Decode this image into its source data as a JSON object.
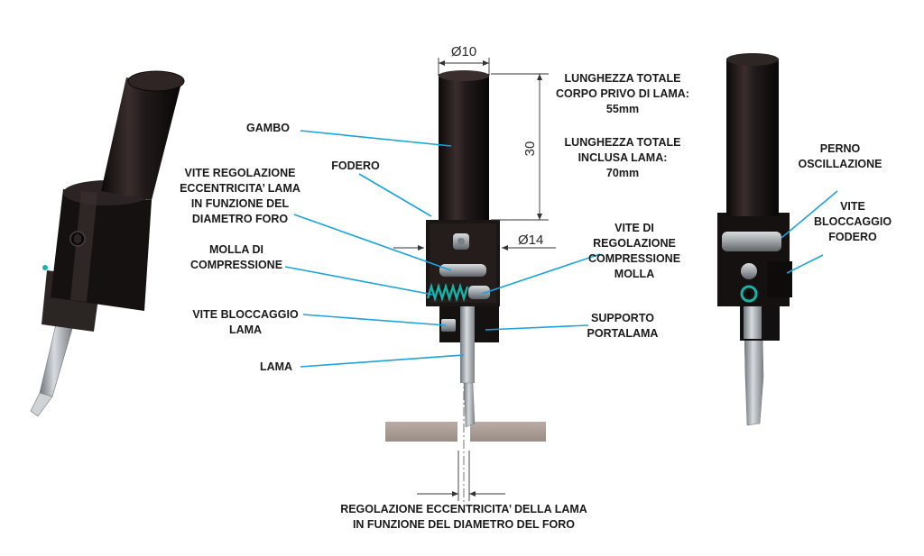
{
  "dimensions": {
    "shank_diameter": "Ø10",
    "body_diameter": "Ø14",
    "shank_length": "30"
  },
  "length_notes": {
    "without_blade": [
      "LUNGHEZZA TOTALE",
      "CORPO PRIVO DI LAMA:",
      "55mm"
    ],
    "with_blade": [
      "LUNGHEZZA TOTALE",
      "INCLUSA LAMA:",
      "70mm"
    ]
  },
  "labels": {
    "gambo": [
      "GAMBO"
    ],
    "fodero": [
      "FODERO"
    ],
    "vite_regolazione_eccentricita": [
      "VITE REGOLAZIONE",
      "ECCENTRICITA’ LAMA",
      "IN FUNZIONE DEL",
      "DIAMETRO FORO"
    ],
    "molla_compressione": [
      "MOLLA DI",
      "COMPRESSIONE"
    ],
    "vite_bloccaggio_lama": [
      "VITE BLOCCAGGIO",
      "LAMA"
    ],
    "lama": [
      "LAMA"
    ],
    "vite_regolazione_molla": [
      "VITE DI",
      "REGOLAZIONE",
      "COMPRESSIONE",
      "MOLLA"
    ],
    "supporto_portalama": [
      "SUPPORTO",
      "PORTALAMA"
    ],
    "perno_oscillazione": [
      "PERNO",
      "OSCILLAZIONE"
    ],
    "vite_bloccaggio_fodero": [
      "VITE",
      "BLOCCAGGIO",
      "FODERO"
    ],
    "regolazione_eccentricita": [
      "REGOLAZIONE ECCENTRICITA’ DELLA LAMA",
      "IN FUNZIONE DEL DIAMETRO DEL FORO"
    ]
  },
  "colors": {
    "leader": "#1aa3dc",
    "body_dark": "#1b1616",
    "spring": "#17b3a8",
    "workpiece": "#a79a92",
    "steel": "#9aa0a6"
  },
  "icons": {
    "left_photo": "deburring-tool-perspective",
    "center_photo": "deburring-tool-front-section",
    "right_photo": "deburring-tool-side-view"
  }
}
